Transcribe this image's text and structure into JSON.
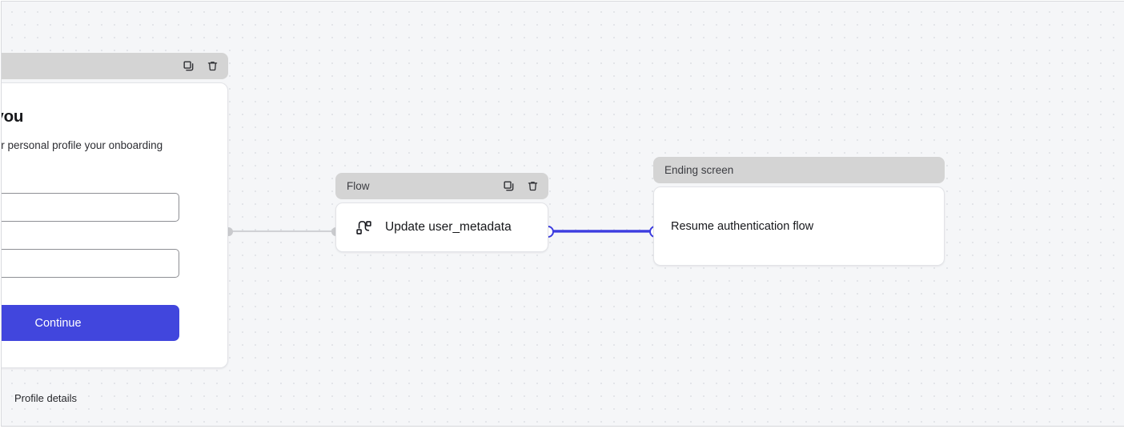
{
  "canvas": {
    "background_color": "#f5f6f8",
    "dot_color": "#e3e5e9",
    "accent_color": "#4146dd",
    "header_color": "#d4d4d4"
  },
  "nodes": [
    {
      "id": "form",
      "header": {
        "title": "",
        "duplicate_icon": "duplicate-icon",
        "delete_icon": "trash-icon"
      },
      "form": {
        "title": "t about you",
        "subtitle": " complete your personal profile\nyour onboarding experience.",
        "field_1_value": "",
        "field_2_value": "",
        "submit_label": "Continue"
      },
      "caption": "Profile details"
    },
    {
      "id": "flow",
      "header": {
        "title": "Flow",
        "duplicate_icon": "duplicate-icon",
        "delete_icon": "trash-icon"
      },
      "body": {
        "icon": "flow-node-icon",
        "label": "Update user_metadata"
      }
    },
    {
      "id": "ending",
      "header": {
        "title": "Ending screen",
        "duplicate_icon": "duplicate-icon",
        "delete_icon": "trash-icon"
      },
      "body": {
        "label": "Resume authentication flow"
      }
    }
  ],
  "edges": [
    {
      "id": "form-to-flow",
      "from": "form",
      "to": "flow",
      "color": "#d0d1d5",
      "selected": false
    },
    {
      "id": "flow-to-ending",
      "from": "flow",
      "to": "ending",
      "color": "#3c3ce0",
      "selected": true
    }
  ]
}
